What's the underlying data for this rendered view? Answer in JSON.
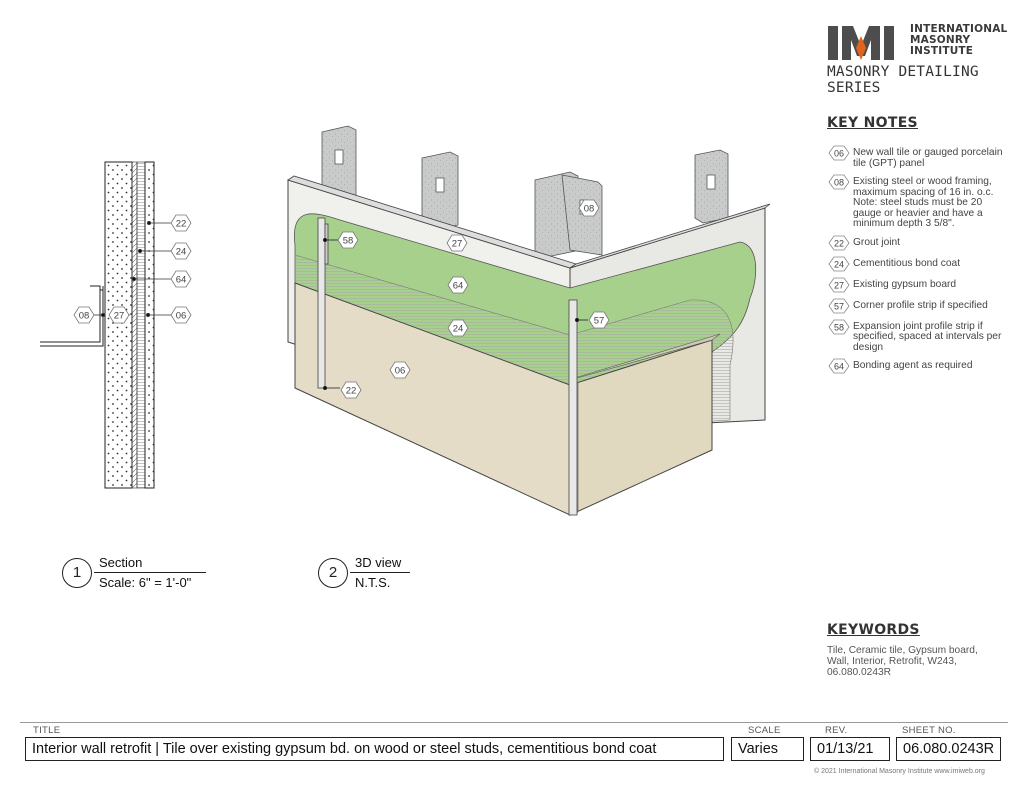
{
  "logo": {
    "mark": "IMI",
    "line1": "INTERNATIONAL",
    "line2": "MASONRY",
    "line3": "INSTITUTE",
    "series": "MASONRY DETAILING SERIES"
  },
  "key_notes": {
    "heading": "KEY NOTES",
    "items": [
      {
        "id": "06",
        "text": "New wall tile or gauged porcelain tile (GPT) panel"
      },
      {
        "id": "08",
        "text": "Existing steel or wood framing, maximum spacing of 16 in. o.c. Note: steel studs must be 20 gauge or heavier and have a minimum depth 3 5/8\"."
      },
      {
        "id": "22",
        "text": "Grout joint"
      },
      {
        "id": "24",
        "text": "Cementitious bond coat"
      },
      {
        "id": "27",
        "text": "Existing gypsum board"
      },
      {
        "id": "57",
        "text": "Corner profile strip if specified"
      },
      {
        "id": "58",
        "text": "Expansion joint profile strip if specified, spaced at intervals per design"
      },
      {
        "id": "64",
        "text": "Bonding agent as required"
      }
    ]
  },
  "keywords": {
    "heading": "KEYWORDS",
    "text": "Tile, Ceramic tile, Gypsum board, Wall, Interior, Retrofit, W243, 06.080.0243R"
  },
  "section_view": {
    "number": "1",
    "title": "Section",
    "scale": "Scale: 6\" = 1'-0\"",
    "callouts": {
      "c22": "22",
      "c24": "24",
      "c64": "64",
      "c06": "06",
      "c08": "08",
      "c27": "27"
    }
  },
  "iso_view": {
    "number": "2",
    "title": "3D view",
    "scale": "N.T.S.",
    "callouts": {
      "c27": "27",
      "c58": "58",
      "c08": "08",
      "c64": "64",
      "c57": "57",
      "c24": "24",
      "c06": "06",
      "c22": "22"
    }
  },
  "title_block": {
    "title_label": "TITLE",
    "title": "Interior wall retrofit | Tile over existing gypsum bd. on wood or steel studs, cementitious bond coat",
    "scale_label": "SCALE",
    "scale": "Varies",
    "rev_label": "REV.",
    "rev": "01/13/21",
    "sheet_label": "SHEET NO.",
    "sheet": "06.080.0243R"
  },
  "copyright": "© 2021 International Masonry Institute   www.imiweb.org",
  "colors": {
    "logo_gray": "#4d4d4d",
    "logo_orange": "#e0641e",
    "bonding_agent": "#a8d08d",
    "tile": "#e4dcc6",
    "gypsum": "#f0f0ec",
    "stud": "#c8cbc9"
  }
}
